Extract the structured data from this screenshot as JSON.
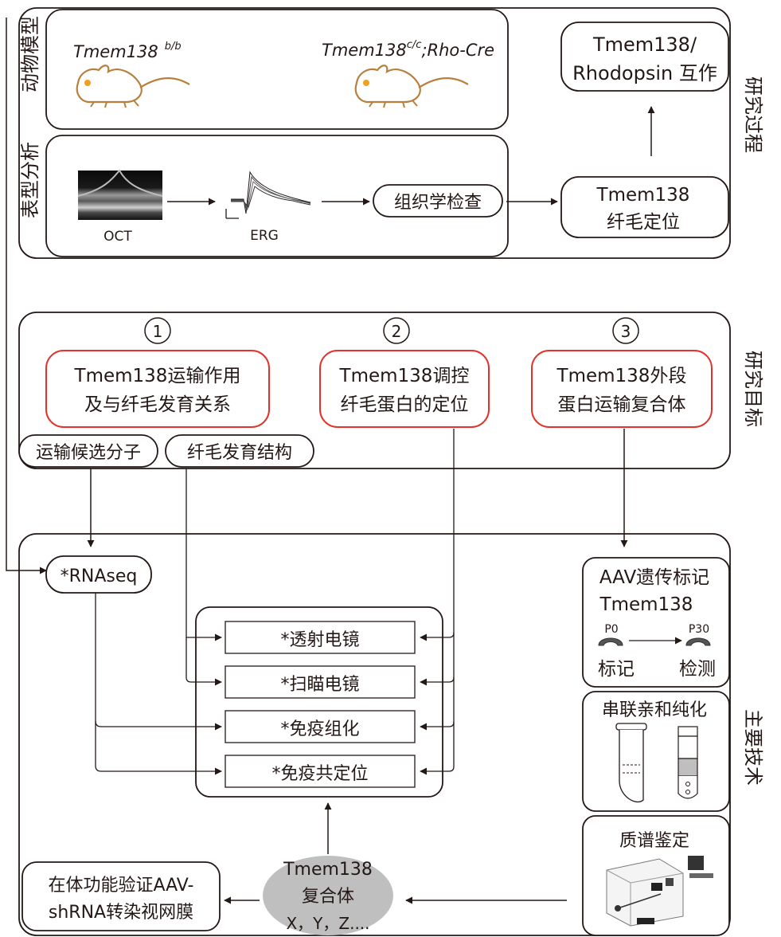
{
  "side_labels": {
    "animal_model": "动物模型",
    "phenotype": "表型分析",
    "process": "研究过程",
    "goals": "研究目标",
    "techniques": "主要技术"
  },
  "animals": [
    {
      "name": "Tmem138",
      "superscript": "b/b",
      "suffix": ""
    },
    {
      "name": "Tmem138",
      "superscript": "c/c",
      "suffix": ";Rho-Cre"
    }
  ],
  "interaction_box": [
    "Tmem138/",
    "Rhodopsin 互作"
  ],
  "phenotype": {
    "oct_label": "OCT",
    "erg_label": "ERG",
    "histology": "组织学检查",
    "cilia_localization": [
      "Tmem138",
      "纤毛定位"
    ]
  },
  "goals": [
    {
      "number": "1",
      "lines": [
        "Tmem138运输作用",
        "及与纤毛发育关系"
      ]
    },
    {
      "number": "2",
      "lines": [
        "Tmem138调控",
        "纤毛蛋白的定位"
      ]
    },
    {
      "number": "3",
      "lines": [
        "Tmem138外段",
        "蛋白运输复合体"
      ]
    }
  ],
  "sub_goals": [
    "运输候选分子",
    "纤毛发育结构"
  ],
  "techniques": {
    "rnaseq": "*RNAseq",
    "methods": [
      "*透射电镜",
      "*扫瞄电镜",
      "*免疫组化",
      "*免疫共定位"
    ],
    "aav_label": [
      "AAV遗传标记",
      "Tmem138"
    ],
    "p0": "P0",
    "p30": "P30",
    "mark": "标记",
    "detect": "检测",
    "tandem": "串联亲和纯化",
    "mass_spec": "质谱鉴定",
    "complex": [
      "Tmem138",
      "复合体",
      "X，Y，Z...."
    ],
    "invivo": [
      "在体功能验证AAV-",
      "shRNA转染视网膜"
    ]
  },
  "colors": {
    "line": "#231815",
    "goal_border": "#e2322b",
    "mouse": "#b8803c",
    "mouse_eye": "#f0a020",
    "complex_fill": "#bfbfbf"
  }
}
